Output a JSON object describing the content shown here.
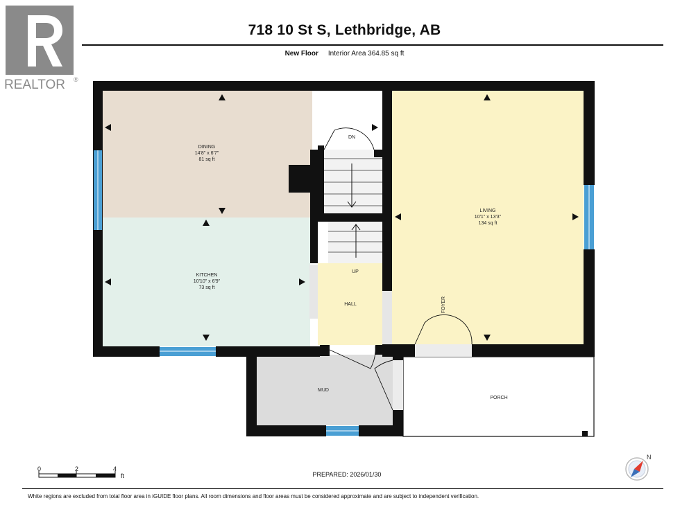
{
  "header": {
    "logo_text": "REALTOR",
    "logo_mark": "®",
    "title": "718 10 St S, Lethbridge, AB",
    "floor_name": "New Floor",
    "interior_area": "Interior Area 364.85 sq ft"
  },
  "rooms": [
    {
      "name": "DINING",
      "dims": "14'8\" x 6'7\"",
      "area": "81 sq ft",
      "fill": "#e8ddd0"
    },
    {
      "name": "KITCHEN",
      "dims": "10'10\" x 6'9\"",
      "area": "73 sq ft",
      "fill": "#e3f0ea"
    },
    {
      "name": "LIVING",
      "dims": "10'1\" x 13'3\"",
      "area": "134 sq ft",
      "fill": "#fbf3c6"
    },
    {
      "name": "HALL",
      "fill": "#fbf3c6"
    },
    {
      "name": "MUD",
      "fill": "#dcdcdc"
    },
    {
      "name": "PORCH",
      "fill": "#ffffff"
    },
    {
      "name": "FOYER"
    }
  ],
  "stair_labels": {
    "down": "DN",
    "up": "UP"
  },
  "colors": {
    "wall": "#111111",
    "window": "#4a9fd4",
    "stair_fill": "#eeeeee"
  },
  "scale_bar": {
    "ticks": [
      "0",
      "2",
      "4"
    ],
    "unit": "ft"
  },
  "prepared": "PREPARED: 2026/01/30",
  "compass": {
    "label": "N",
    "icon": "compass-icon"
  },
  "disclaimer": "White regions are excluded from total floor area in iGUIDE floor plans. All room dimensions and floor areas must be considered approximate and are subject to independent verification."
}
